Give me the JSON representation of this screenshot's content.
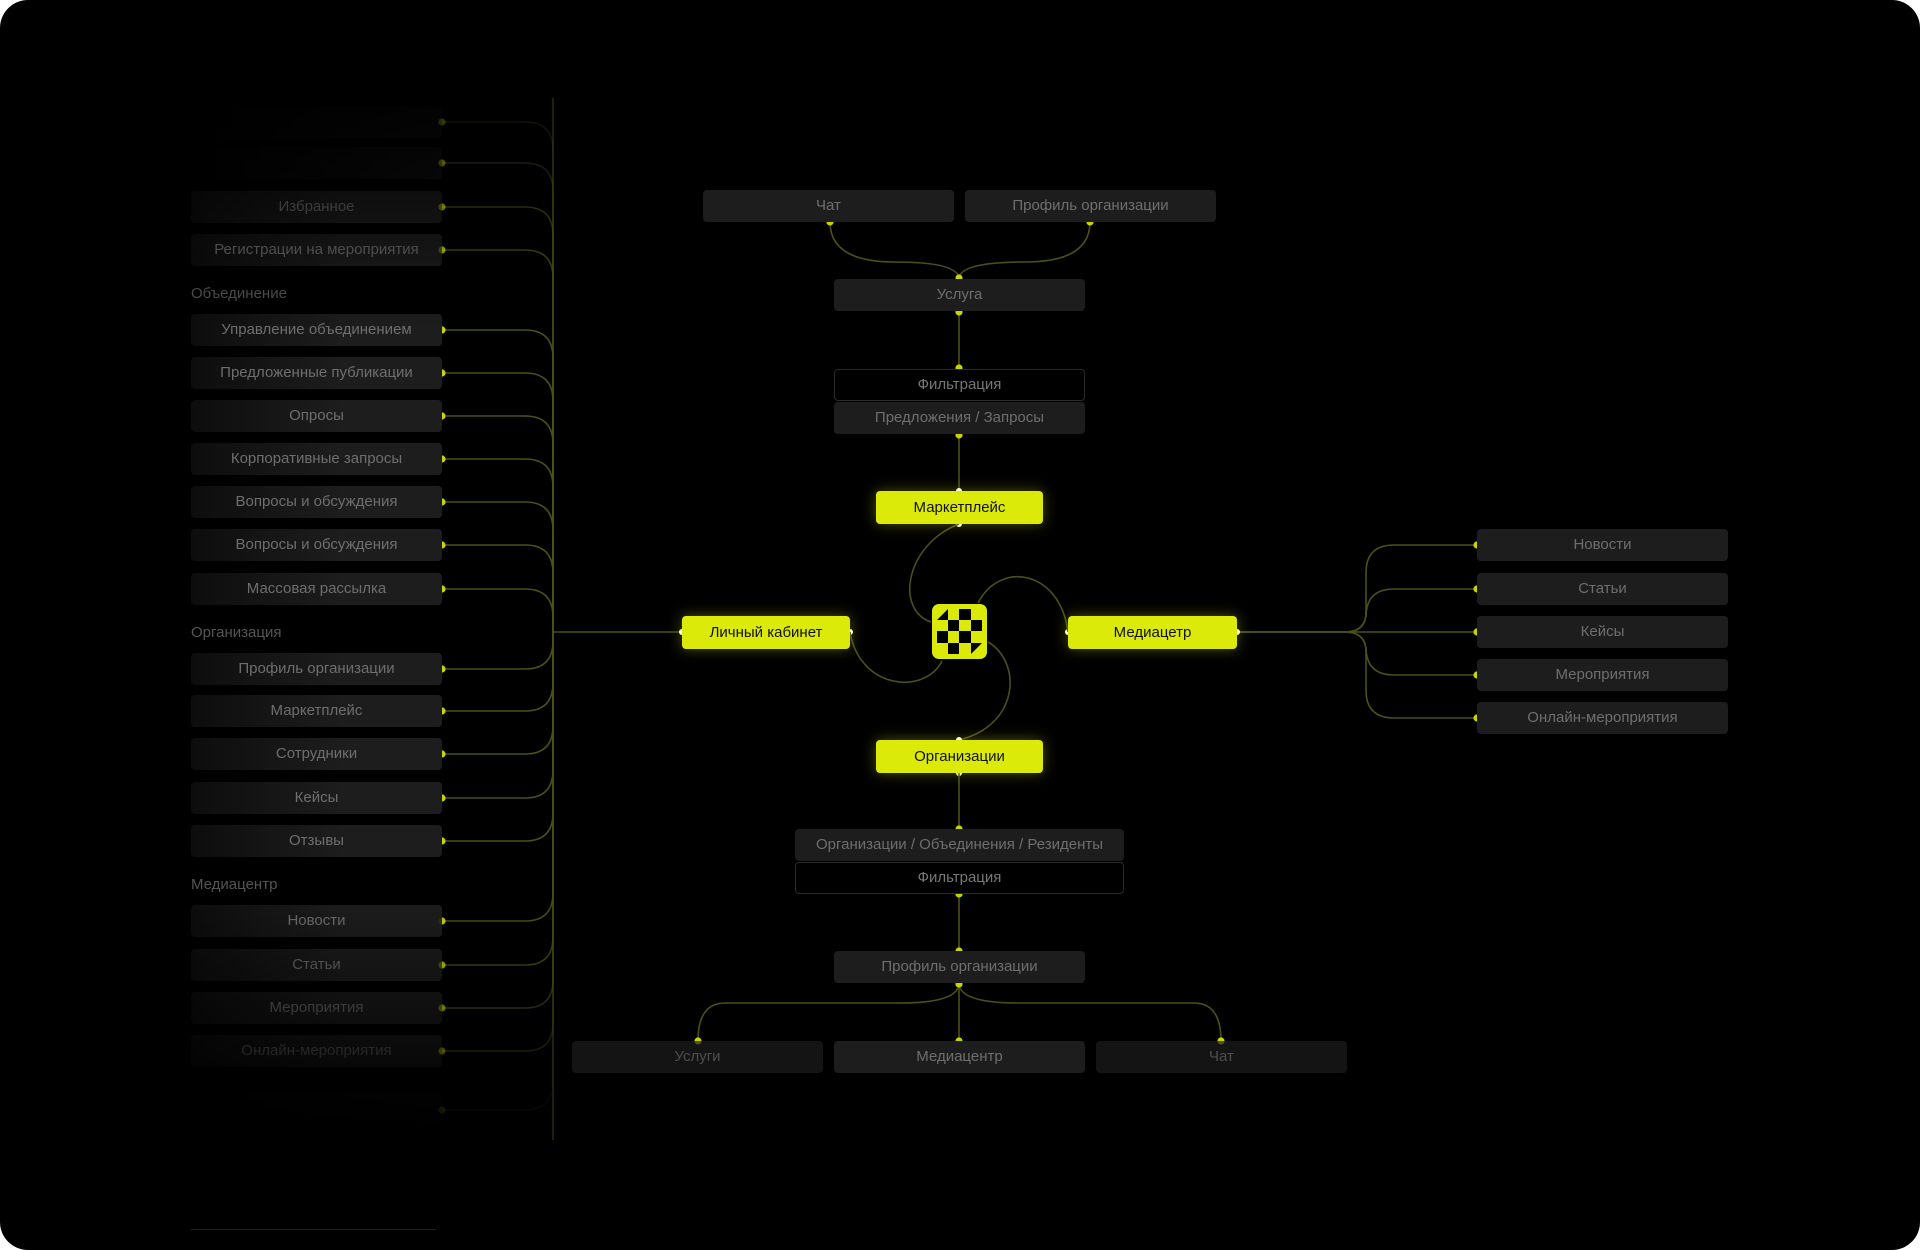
{
  "colors": {
    "accent": "#dcea0a",
    "box": "#1d1d1d",
    "text": "#6e6e6e",
    "wire": "#4b5018"
  },
  "hubs": {
    "marketplace": "Маркетплейс",
    "cabinet": "Личный кабинет",
    "media": "Медиацетр",
    "orgs": "Организации"
  },
  "logo": "logo-icon",
  "top": {
    "chat": "Чат",
    "org_profile": "Профиль организации",
    "service": "Услуга",
    "filter": "Фильтрация",
    "offers": "Предложения / Запросы"
  },
  "bottom": {
    "orgs_list": "Организации / Объединения / Резиденты",
    "filter": "Фильтрация",
    "org_profile": "Профиль организации",
    "services": "Услуги",
    "media": "Медиацентр",
    "chat": "Чат"
  },
  "right": {
    "items": [
      "Новости",
      "Статьи",
      "Кейсы",
      "Мероприятия",
      "Онлайн-мероприятия"
    ]
  },
  "left": {
    "top_items": [
      "",
      "",
      "Избранное",
      "Регистрации на мероприятия"
    ],
    "sections": [
      {
        "title": "Объединение",
        "items": [
          "Управление объединением",
          "Предложенные публикации",
          "Опросы",
          "Корпоративные запросы",
          "Вопросы и обсуждения",
          "Вопросы и обсуждения",
          "Массовая рассылка"
        ]
      },
      {
        "title": "Организация",
        "items": [
          "Профиль организации",
          "Маркетплейс",
          "Сотрудники",
          "Кейсы",
          "Отзывы"
        ]
      },
      {
        "title": "Медиацентр",
        "items": [
          "Новости",
          "Статьи",
          "Мероприятия",
          "Онлайн-мероприятия",
          ""
        ]
      }
    ]
  }
}
